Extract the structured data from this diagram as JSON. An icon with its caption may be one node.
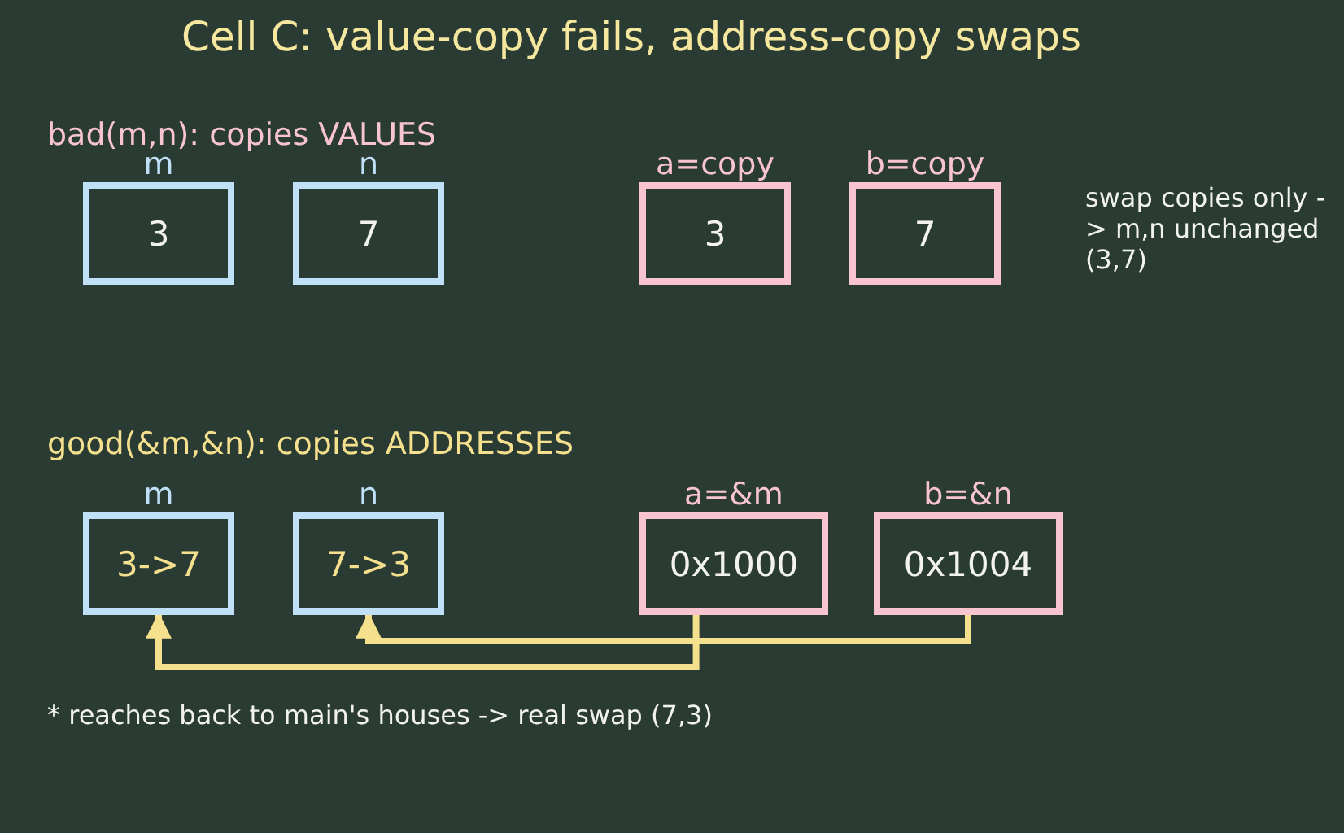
{
  "diagram": {
    "title": "Cell C: value-copy fails, address-copy swaps",
    "nodes": [
      {
        "text": [
          "m",
          "3"
        ]
      },
      {
        "text": [
          "n",
          "7"
        ]
      },
      {
        "text": [
          "a=copy",
          "3"
        ]
      },
      {
        "text": [
          "b=copy",
          "7"
        ]
      },
      {
        "text": [
          "m",
          "3->7"
        ]
      },
      {
        "text": [
          "n",
          "7->3"
        ]
      },
      {
        "text": [
          "a=&m",
          "0x1000"
        ]
      },
      {
        "text": [
          "b=&n",
          "0x1004"
        ]
      }
    ],
    "edges": [
      {
        "from": 6,
        "to": 4,
        "arrow": "to"
      },
      {
        "from": 7,
        "to": 5,
        "arrow": "to"
      }
    ],
    "labels": [
      "bad(m,n): copies VALUES",
      "swap copies only -> m,n unchanged (3,7)",
      "good(&m,&n): copies ADDRESSES",
      "* reaches back to main's houses -> real swap (7,3)"
    ]
  }
}
